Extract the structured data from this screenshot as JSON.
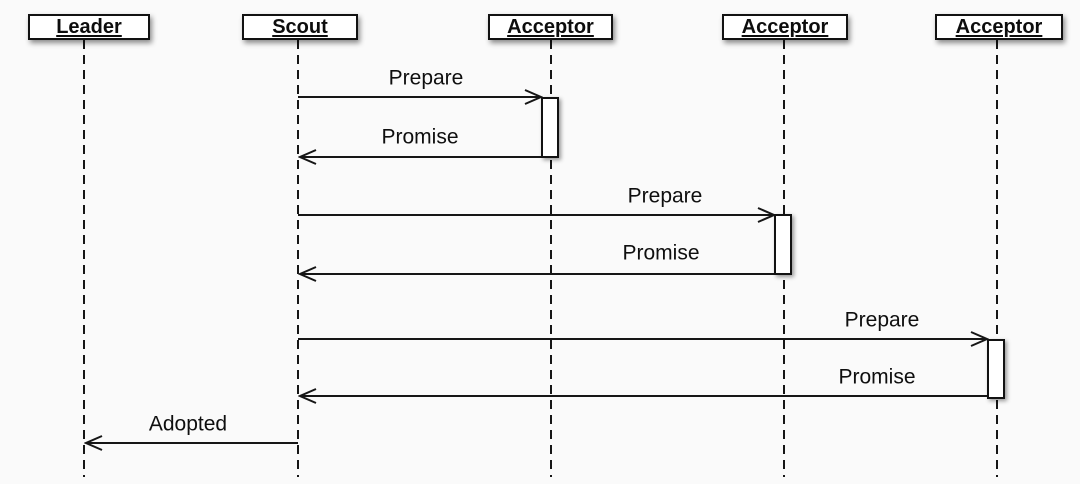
{
  "diagram": {
    "type": "uml-sequence-diagram",
    "actors": [
      {
        "name": "Leader"
      },
      {
        "name": "Scout"
      },
      {
        "name": "Acceptor"
      },
      {
        "name": "Acceptor"
      },
      {
        "name": "Acceptor"
      }
    ],
    "messages": [
      {
        "label": "Prepare",
        "from": "Scout",
        "to": "Acceptor-1",
        "direction": "right"
      },
      {
        "label": "Promise",
        "from": "Acceptor-1",
        "to": "Scout",
        "direction": "left"
      },
      {
        "label": "Prepare",
        "from": "Scout",
        "to": "Acceptor-2",
        "direction": "right"
      },
      {
        "label": "Promise",
        "from": "Acceptor-2",
        "to": "Scout",
        "direction": "left"
      },
      {
        "label": "Prepare",
        "from": "Scout",
        "to": "Acceptor-3",
        "direction": "right"
      },
      {
        "label": "Promise",
        "from": "Acceptor-3",
        "to": "Scout",
        "direction": "left"
      },
      {
        "label": "Adopted",
        "from": "Scout",
        "to": "Leader",
        "direction": "left"
      }
    ],
    "activations": [
      {
        "on": "Acceptor-1",
        "during": "Prepare/Promise"
      },
      {
        "on": "Acceptor-2",
        "during": "Prepare/Promise"
      },
      {
        "on": "Acceptor-3",
        "during": "Prepare/Promise"
      }
    ],
    "colors": {
      "line": "#161616",
      "text": "#0f0f0f",
      "box_fill": "#ffffff",
      "background": "#fafafa"
    }
  }
}
